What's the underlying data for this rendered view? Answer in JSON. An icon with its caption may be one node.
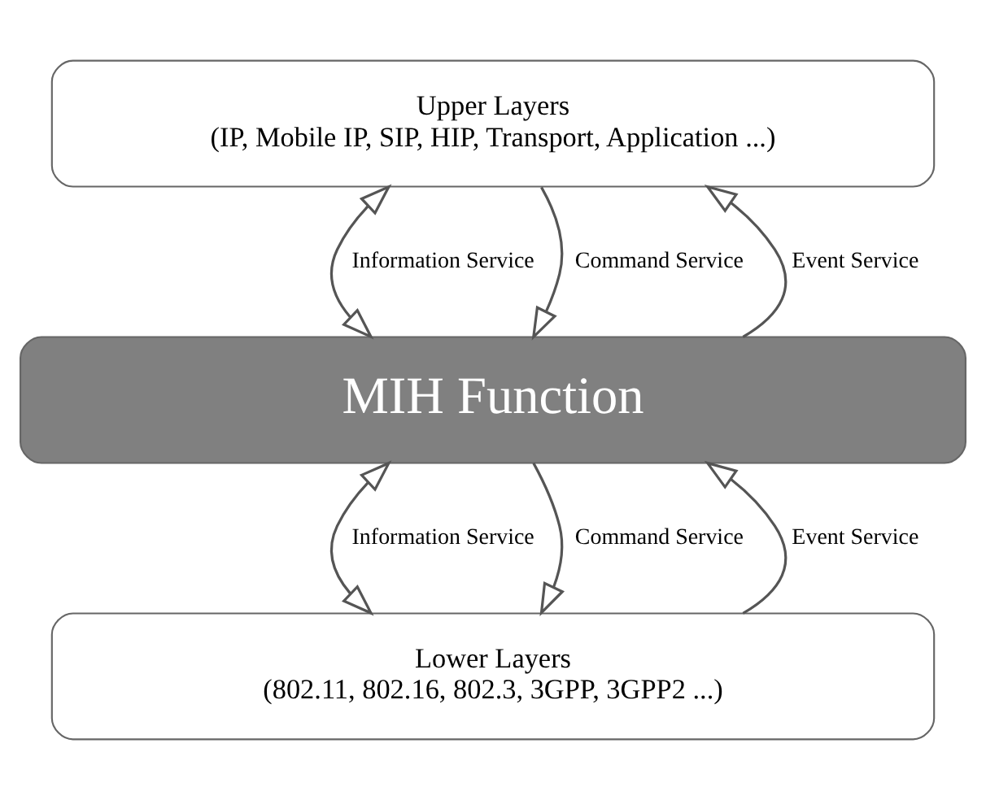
{
  "diagram": {
    "nodes": [
      {
        "text": [
          "Upper Layers",
          "(IP, Mobile IP, SIP, HIP, Transport, Application ...)"
        ]
      },
      {
        "text": [
          "MIH Function"
        ]
      },
      {
        "text": [
          "Lower Layers",
          "(802.11, 802.16, 802.3, 3GPP, 3GPP2 ...)"
        ]
      }
    ],
    "edges": [
      {
        "from": 0,
        "to": 1,
        "arrow": "both",
        "label": "Information Service"
      },
      {
        "from": 0,
        "to": 1,
        "arrow": "to",
        "label": "Command Service"
      },
      {
        "from": 1,
        "to": 0,
        "arrow": "to",
        "label": "Event Service"
      },
      {
        "from": 1,
        "to": 2,
        "arrow": "both",
        "label": "Information Service"
      },
      {
        "from": 1,
        "to": 2,
        "arrow": "to",
        "label": "Command Service"
      },
      {
        "from": 2,
        "to": 1,
        "arrow": "to",
        "label": "Event Service"
      }
    ]
  }
}
